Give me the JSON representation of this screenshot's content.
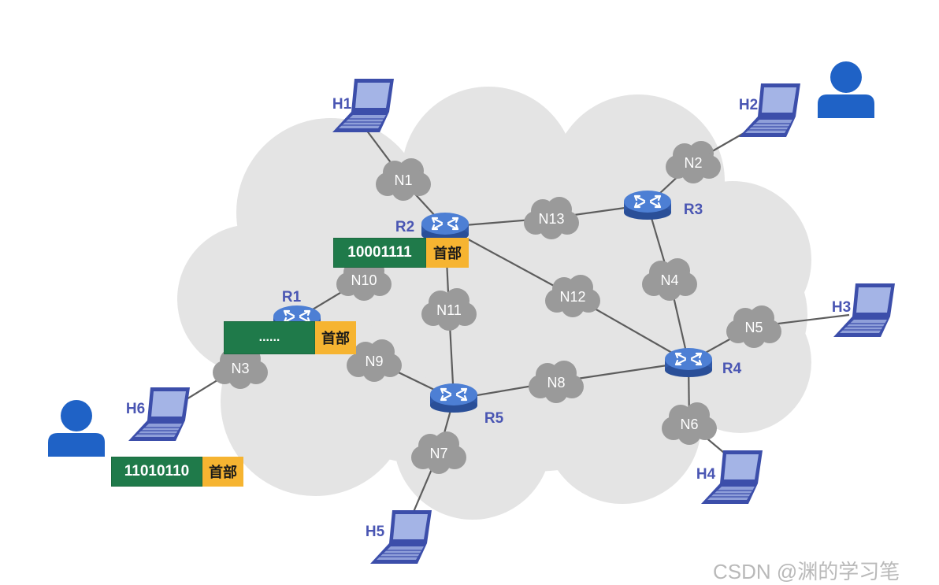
{
  "hosts": {
    "h1": "H1",
    "h2": "H2",
    "h3": "H3",
    "h4": "H4",
    "h5": "H5",
    "h6": "H6"
  },
  "routers": {
    "r1": "R1",
    "r2": "R2",
    "r3": "R3",
    "r4": "R4",
    "r5": "R5"
  },
  "networks": {
    "n1": "N1",
    "n2": "N2",
    "n3": "N3",
    "n4": "N4",
    "n5": "N5",
    "n6": "N6",
    "n7": "N7",
    "n8": "N8",
    "n9": "N9",
    "n10": "N10",
    "n11": "N11",
    "n12": "N12",
    "n13": "N13"
  },
  "packets": [
    {
      "data": "10001111",
      "header": "首部"
    },
    {
      "data": "......",
      "header": "首部"
    },
    {
      "data": "11010110",
      "header": "首部"
    }
  ],
  "watermark": "CSDN @渊的学习笔",
  "colors": {
    "data_green": "#1f7a4a",
    "header_orange": "#f6b431",
    "label_blue": "#4a56b3",
    "user_blue": "#1f62c6",
    "router_blue": "#3f69c4"
  }
}
